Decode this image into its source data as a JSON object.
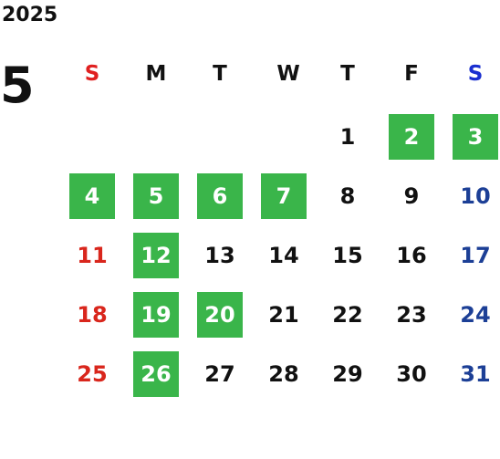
{
  "calendar": {
    "year": "2025",
    "month": "5",
    "weekdays": [
      "S",
      "M",
      "T",
      "W",
      "T",
      "F",
      "S"
    ],
    "highlight_color": "#3ab54a",
    "sunday_color": "#d9261c",
    "saturday_color": "#1c3f96",
    "weeks": [
      [
        {
          "d": ""
        },
        {
          "d": ""
        },
        {
          "d": ""
        },
        {
          "d": ""
        },
        {
          "d": "1"
        },
        {
          "d": "2",
          "hl": true
        },
        {
          "d": "3",
          "hl": true
        }
      ],
      [
        {
          "d": "4",
          "hl": true
        },
        {
          "d": "5",
          "hl": true
        },
        {
          "d": "6",
          "hl": true
        },
        {
          "d": "7",
          "hl": true
        },
        {
          "d": "8"
        },
        {
          "d": "9"
        },
        {
          "d": "10"
        }
      ],
      [
        {
          "d": "11"
        },
        {
          "d": "12",
          "hl": true
        },
        {
          "d": "13"
        },
        {
          "d": "14"
        },
        {
          "d": "15"
        },
        {
          "d": "16"
        },
        {
          "d": "17"
        }
      ],
      [
        {
          "d": "18"
        },
        {
          "d": "19",
          "hl": true
        },
        {
          "d": "20",
          "hl": true
        },
        {
          "d": "21"
        },
        {
          "d": "22"
        },
        {
          "d": "23"
        },
        {
          "d": "24"
        }
      ],
      [
        {
          "d": "25"
        },
        {
          "d": "26",
          "hl": true
        },
        {
          "d": "27"
        },
        {
          "d": "28"
        },
        {
          "d": "29"
        },
        {
          "d": "30"
        },
        {
          "d": "31"
        }
      ]
    ]
  }
}
